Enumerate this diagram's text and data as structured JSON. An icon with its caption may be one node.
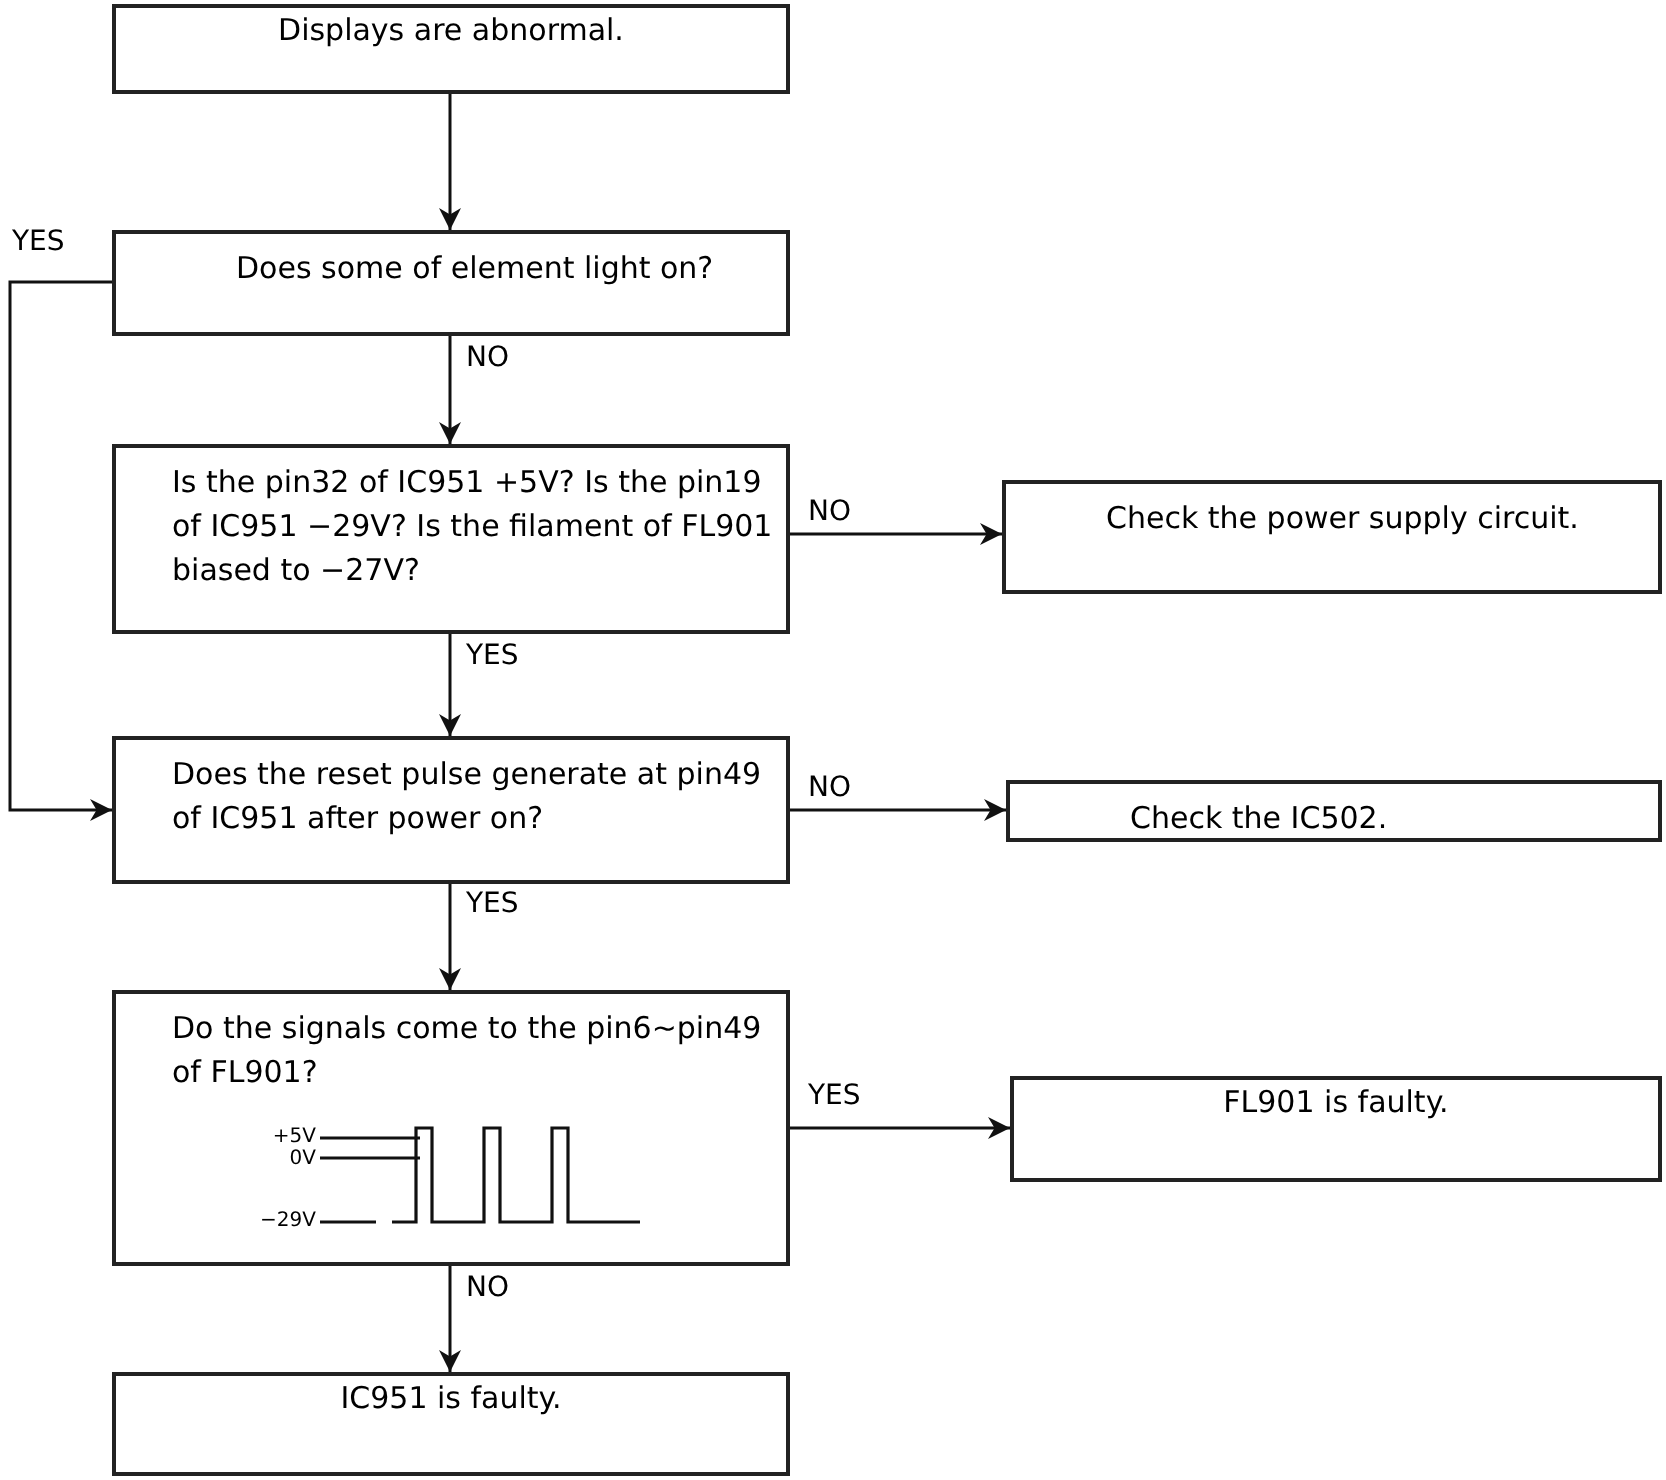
{
  "diagram": {
    "nodes": [
      {
        "text": [
          "Displays are abnormal."
        ]
      },
      {
        "text": [
          "Does some of element light on?"
        ]
      },
      {
        "text": [
          "Is the pin32 of IC951 +5V? Is the pin19 of IC951 −29V? Is the filament of FL901 biased to −27V?"
        ]
      },
      {
        "text": [
          "Does the reset pulse generate at pin49 of IC951 after power on?"
        ]
      },
      {
        "text": [
          "Do the signals come to the pin6~pin49 of FL901?",
          "+5V",
          "0V",
          "−29V"
        ]
      },
      {
        "text": [
          "IC951 is faulty."
        ]
      },
      {
        "text": [
          "Check the power supply circuit."
        ]
      },
      {
        "text": [
          "Check the IC502."
        ]
      },
      {
        "text": [
          "FL901 is faulty."
        ]
      }
    ],
    "edges": [
      {
        "from": 0,
        "to": 1,
        "arrow": "to"
      },
      {
        "from": 1,
        "to": 2,
        "arrow": "to",
        "label": "NO"
      },
      {
        "from": 1,
        "to": 3,
        "arrow": "to",
        "label": "YES"
      },
      {
        "from": 2,
        "to": 6,
        "arrow": "to",
        "label": "NO"
      },
      {
        "from": 2,
        "to": 3,
        "arrow": "to",
        "label": "YES"
      },
      {
        "from": 3,
        "to": 7,
        "arrow": "to",
        "label": "NO"
      },
      {
        "from": 3,
        "to": 4,
        "arrow": "to",
        "label": "YES"
      },
      {
        "from": 4,
        "to": 8,
        "arrow": "to",
        "label": "YES"
      },
      {
        "from": 4,
        "to": 5,
        "arrow": "to",
        "label": "NO"
      }
    ]
  }
}
